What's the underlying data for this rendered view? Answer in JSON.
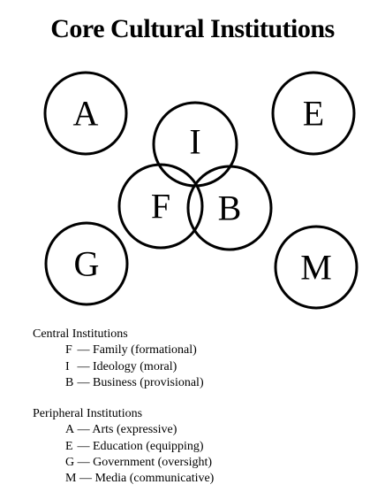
{
  "title": "Core Cultural Institutions",
  "circles": {
    "A": "A",
    "E": "E",
    "I": "I",
    "F": "F",
    "B": "B",
    "G": "G",
    "M": "M"
  },
  "central": {
    "heading": "Central Institutions",
    "items": [
      {
        "code": "F",
        "dash": " — ",
        "text": "Family (formational)"
      },
      {
        "code": "I",
        "dash": " — ",
        "text": "Ideology (moral)"
      },
      {
        "code": "B",
        "dash": " — ",
        "text": "Business (provisional)"
      }
    ]
  },
  "peripheral": {
    "heading": "Peripheral Institutions",
    "items": [
      {
        "code": "A",
        "dash": " — ",
        "text": "Arts (expressive)"
      },
      {
        "code": "E",
        "dash": " — ",
        "text": "Education (equipping)"
      },
      {
        "code": "G",
        "dash": " — ",
        "text": "Government (oversight)"
      },
      {
        "code": "M",
        "dash": " — ",
        "text": "Media (communicative)"
      }
    ]
  },
  "colors": {
    "line": "#000000",
    "background": "#ffffff"
  }
}
